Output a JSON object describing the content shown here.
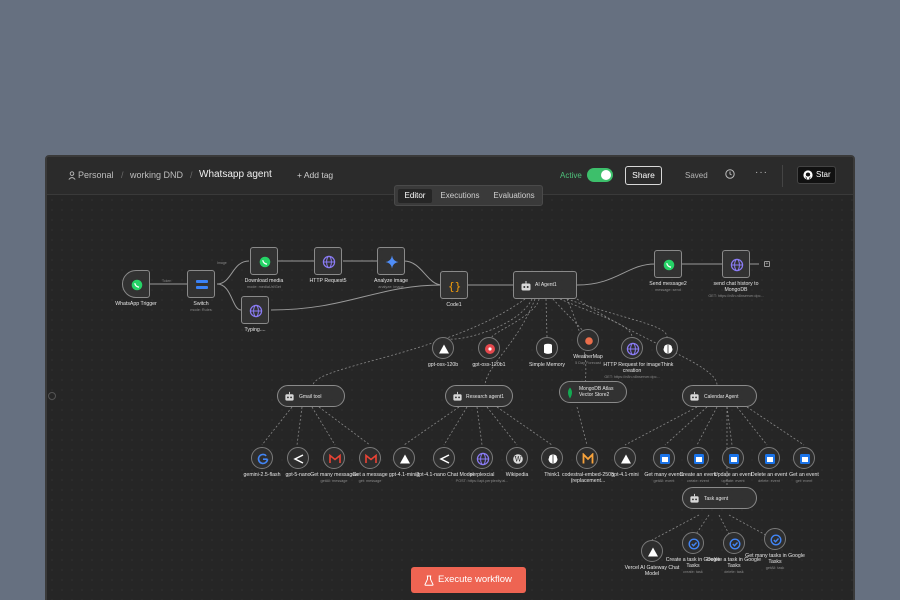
{
  "header": {
    "breadcrumb": [
      "Personal",
      "working DND",
      "Whatsapp agent"
    ],
    "add_tag": "+ Add tag",
    "active_label": "Active",
    "active": true,
    "share_label": "Share",
    "saved_label": "Saved",
    "more_label": "···",
    "star_label": "Star"
  },
  "tabs": [
    {
      "label": "Editor",
      "selected": true
    },
    {
      "label": "Executions",
      "selected": false
    },
    {
      "label": "Evaluations",
      "selected": false
    }
  ],
  "colors": {
    "accent": "#ee6452",
    "active_green": "#3dbf6b",
    "canvas_bg": "#262626",
    "page_bg": "#667080"
  },
  "nodes": [
    {
      "id": "whatsapp-trigger",
      "label": "WhatsApp Trigger",
      "icon": "whatsapp-icon"
    },
    {
      "id": "switch",
      "label": "Switch",
      "sub": "mode: Rules",
      "icon": "switch-icon"
    },
    {
      "id": "download-media",
      "label": "Download media",
      "sub": "mode: mediaUrl/Get",
      "icon": "whatsapp-icon"
    },
    {
      "id": "http-request5",
      "label": "HTTP Request5",
      "icon": "globe-icon"
    },
    {
      "id": "analyze-image",
      "label": "Analyze image",
      "sub": "analyze: image",
      "icon": "gemini-icon"
    },
    {
      "id": "typing",
      "label": "Typing....",
      "icon": "globe-icon"
    },
    {
      "id": "code1",
      "label": "Code1",
      "icon": "code-braces-icon"
    },
    {
      "id": "ai-agent1",
      "label": "AI Agent1",
      "icon": "robot-icon"
    },
    {
      "id": "send-message2",
      "label": "Send message2",
      "sub": "message: send",
      "icon": "whatsapp-icon"
    },
    {
      "id": "send-chat-history",
      "label": "send chat history to MongoDB",
      "sub": "GET: https://n8n.n8nserver.dpc...",
      "icon": "globe-icon"
    }
  ],
  "ai_agent_tools": [
    {
      "label": "gpt-oss-120b",
      "icon": "vercel-icon"
    },
    {
      "label": "gpt-oss-120b1",
      "icon": "openrouter-icon"
    },
    {
      "label": "Simple Memory",
      "icon": "database-icon"
    },
    {
      "label": "WeatherMap",
      "sub": "5 Day Forecast",
      "icon": "weather-icon"
    },
    {
      "label": "HTTP Request for image creation",
      "sub": "GET: https://n8n.n8nserver.dpc...",
      "icon": "globe-icon"
    },
    {
      "label": "Think",
      "icon": "brain-icon"
    }
  ],
  "sub_agents": [
    {
      "label": "Gmail tool",
      "icon": "robot-icon"
    },
    {
      "label": "Research agent1",
      "icon": "robot-icon"
    },
    {
      "label": "MongoDB Atlas Vector Store2",
      "icon": "mongodb-icon"
    },
    {
      "label": "Calendar Agent",
      "icon": "robot-icon"
    },
    {
      "label": "Task agent",
      "icon": "robot-icon"
    }
  ],
  "gmail_tools": [
    {
      "label": "gemini-2.5-flash",
      "icon": "google-icon"
    },
    {
      "label": "gpt-5-nano",
      "icon": "openrouter-icon"
    },
    {
      "label": "Get many messages",
      "sub": "getAll: message",
      "icon": "gmail-icon"
    },
    {
      "label": "Get a message",
      "sub": "get: message",
      "icon": "gmail-icon"
    }
  ],
  "research_tools": [
    {
      "label": "gpt-4.1-mini2",
      "icon": "vercel-icon"
    },
    {
      "label": "gpt-4.1-nano Chat Model",
      "icon": "openrouter-icon"
    },
    {
      "label": "perplexcial",
      "sub": "POST: https://api.perplexity.ai...",
      "icon": "globe-icon"
    },
    {
      "label": "Wikipedia",
      "icon": "wikipedia-icon"
    },
    {
      "label": "Think1",
      "icon": "brain-icon"
    }
  ],
  "vector_tools": [
    {
      "label": "codestral-embed-2505 (replacement...",
      "icon": "mistral-icon"
    }
  ],
  "calendar_tools": [
    {
      "label": "gpt-4.1-mini",
      "icon": "vercel-icon"
    },
    {
      "label": "Get many events",
      "sub": "getAll: event",
      "icon": "calendar-icon"
    },
    {
      "label": "Create an event",
      "sub": "create: event",
      "icon": "calendar-icon"
    },
    {
      "label": "Update an event",
      "sub": "update: event",
      "icon": "calendar-icon"
    },
    {
      "label": "Delete an event",
      "sub": "delete: event",
      "icon": "calendar-icon"
    },
    {
      "label": "Get an event",
      "sub": "get: event",
      "icon": "calendar-icon"
    }
  ],
  "task_tools": [
    {
      "label": "Vercel AI Gateway Chat Model",
      "icon": "vercel-icon"
    },
    {
      "label": "Create a task in Google Tasks",
      "sub": "create: task",
      "icon": "google-tasks-icon"
    },
    {
      "label": "Delete a task in Google Tasks",
      "sub": "delete: task",
      "icon": "google-tasks-icon"
    },
    {
      "label": "Get many tasks in Google Tasks",
      "sub": "getAll: task",
      "icon": "google-tasks-icon"
    }
  ],
  "edge_labels": {
    "switch_in": "Token",
    "switch_out": "Image"
  },
  "footer": {
    "execute_label": "Execute workflow"
  }
}
